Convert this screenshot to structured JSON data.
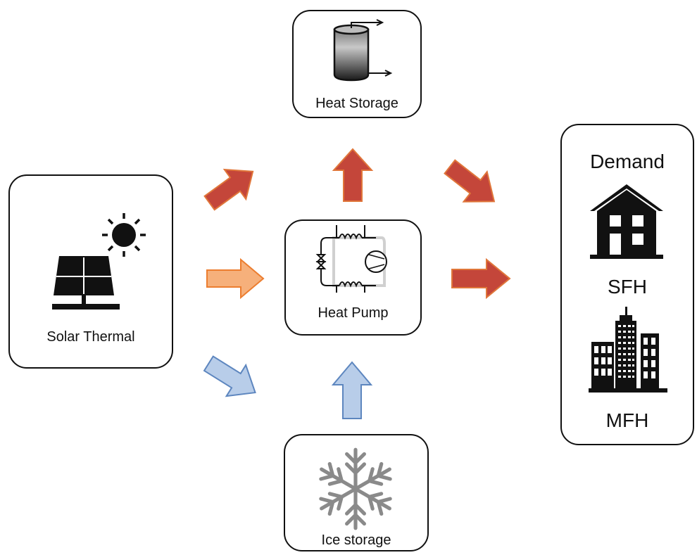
{
  "nodes": {
    "solar": {
      "label": "Solar Thermal",
      "icons": [
        "sun-icon",
        "solar-panel-icon"
      ]
    },
    "heat_storage": {
      "label": "Heat Storage",
      "icons": [
        "storage-tank-icon"
      ]
    },
    "heat_pump": {
      "label": "Heat Pump",
      "icons": [
        "heat-pump-circuit-icon"
      ]
    },
    "ice_storage": {
      "label": "Ice storage",
      "icons": [
        "snowflake-icon"
      ]
    },
    "demand": {
      "title": "Demand",
      "items": [
        {
          "label": "SFH",
          "icon": "house-icon"
        },
        {
          "label": "MFH",
          "icon": "city-buildings-icon"
        }
      ]
    }
  },
  "edges": [
    {
      "from": "Solar Thermal",
      "to": "Heat Storage",
      "color": "#c4463a"
    },
    {
      "from": "Solar Thermal",
      "to": "Heat Pump",
      "color": "#f6b07b"
    },
    {
      "from": "Solar Thermal",
      "to": "Ice storage",
      "color": "#b8cde9"
    },
    {
      "from": "Heat Pump",
      "to": "Heat Storage",
      "color": "#c4463a"
    },
    {
      "from": "Ice storage",
      "to": "Heat Pump",
      "color": "#b8cde9"
    },
    {
      "from": "Heat Storage",
      "to": "Demand",
      "color": "#c4463a"
    },
    {
      "from": "Heat Pump",
      "to": "Demand",
      "color": "#c4463a"
    }
  ],
  "colors": {
    "hot_arrow_fill": "#c4463a",
    "hot_arrow_edge": "#e0763a",
    "solar_arrow_fill": "#f6b07b",
    "solar_arrow_edge": "#ec7d2f",
    "cold_arrow_fill": "#b8cde9",
    "cold_arrow_edge": "#5d86bf"
  }
}
